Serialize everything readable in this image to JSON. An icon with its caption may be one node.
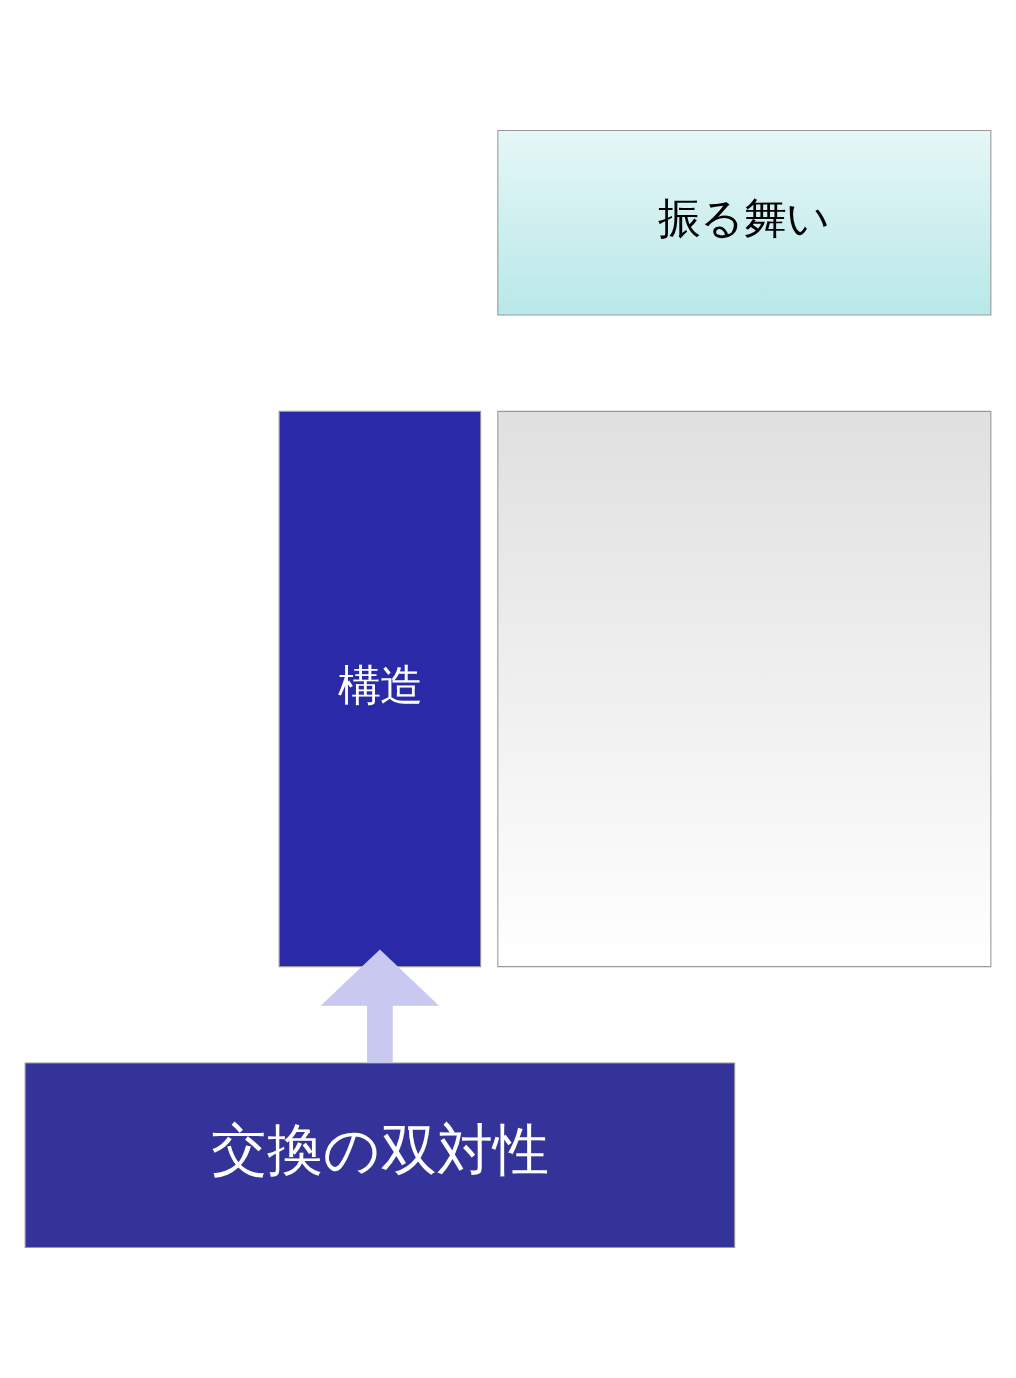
{
  "diagram": {
    "nodes": [
      {
        "text": [
          "振る舞い"
        ]
      },
      {
        "text": [
          "構造"
        ]
      },
      {
        "text": [],
        "shape": "box"
      },
      {
        "text": [
          "交換の双対性"
        ]
      }
    ],
    "edges": [
      {
        "from": 3,
        "to": 1,
        "arrow": "to",
        "color": "#c8c8f0"
      }
    ]
  }
}
